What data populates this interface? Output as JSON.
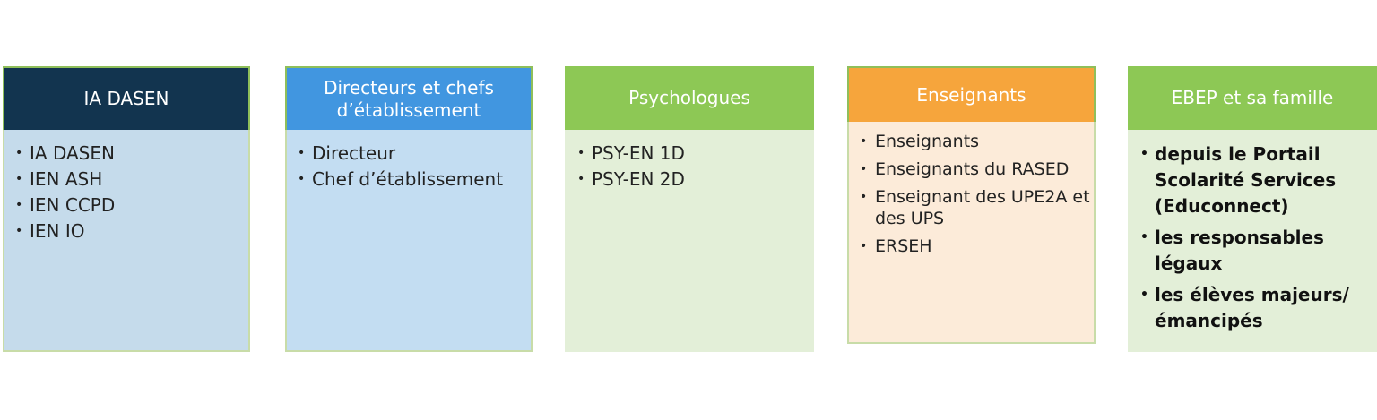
{
  "cards": [
    {
      "title": "IA DASEN",
      "header_color": "#12344f",
      "body_color": "#c5dbeb",
      "items": [
        "IA DASEN",
        "IEN ASH",
        "IEN CCPD",
        "IEN IO"
      ]
    },
    {
      "title_line1": "Directeurs et chefs",
      "title_line2": "d’établissement",
      "header_color": "#4196e0",
      "body_color": "#c3ddf2",
      "items": [
        "Directeur",
        "Chef d’établissement"
      ]
    },
    {
      "title": "Psychologues",
      "header_color": "#8dc855",
      "body_color": "#e3efd8",
      "items": [
        "PSY-EN 1D",
        "PSY-EN 2D"
      ]
    },
    {
      "title": "Enseignants",
      "header_color": "#f6a53c",
      "body_color": "#fcebd9",
      "items": [
        "Enseignants",
        "Enseignants du RASED",
        "Enseignant des UPE2A et des UPS",
        "ERSEH"
      ]
    },
    {
      "title": "EBEP et sa famille",
      "header_color": "#8dc855",
      "body_color": "#e3efd8",
      "items": [
        "depuis le Portail Scolarité Services (Educonnect)",
        "les responsables légaux",
        " les élèves majeurs/émancipés"
      ]
    }
  ],
  "bullet_glyph": "•"
}
